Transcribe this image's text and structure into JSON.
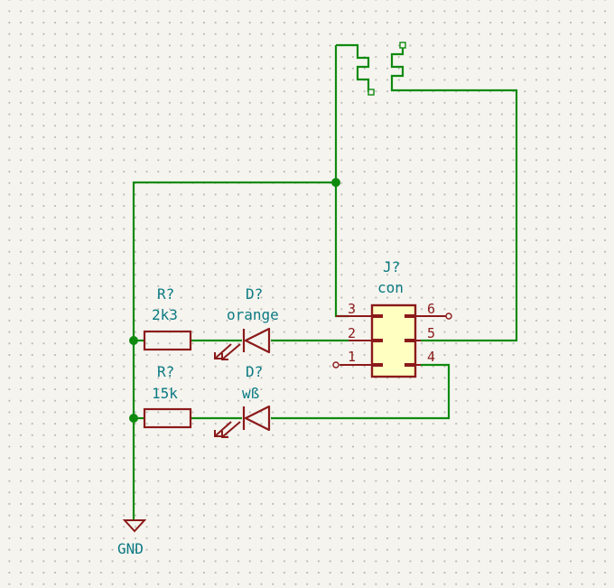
{
  "connector": {
    "ref": "J?",
    "value": "con",
    "pins": {
      "p1": "1",
      "p2": "2",
      "p3": "3",
      "p4": "4",
      "p5": "5",
      "p6": "6"
    }
  },
  "r1": {
    "ref": "R?",
    "value": "2k3"
  },
  "r2": {
    "ref": "R?",
    "value": "15k"
  },
  "d1": {
    "ref": "D?",
    "value": "orange"
  },
  "d2": {
    "ref": "D?",
    "value": "wß"
  },
  "gnd": {
    "label": "GND"
  },
  "colors": {
    "wire": "#0f8a0f",
    "component": "#8b1a1a",
    "label": "#0a7a82",
    "body_fill": "#ffffc2"
  }
}
